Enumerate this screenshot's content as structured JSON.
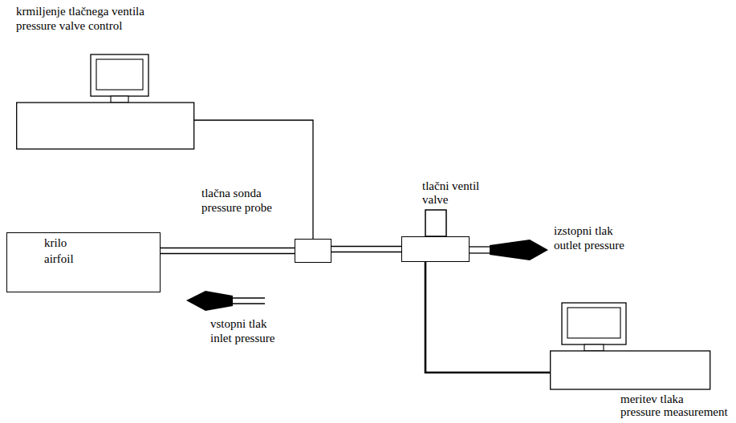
{
  "diagram": {
    "nodes": [
      {
        "text": [
          "krmiljenje tlačnega ventila",
          "pressure valve control"
        ]
      },
      {
        "text": [
          "krilo",
          "airfoil"
        ]
      },
      {
        "text": [
          "tlačna sonda",
          "pressure probe"
        ]
      },
      {
        "text": [
          "tlačni ventil",
          "valve"
        ]
      },
      {
        "text": [
          "meritev tlaka",
          "pressure measurement"
        ]
      }
    ],
    "edges": [
      {
        "from": 0,
        "to": 2,
        "arrow": "none"
      },
      {
        "from": 1,
        "to": 2,
        "arrow": "none"
      },
      {
        "from": 2,
        "to": 3,
        "arrow": "none"
      },
      {
        "from": 3,
        "to": 4,
        "arrow": "none"
      }
    ],
    "labels": [
      "vstopni tlak",
      "inlet pressure",
      "izstopni tlak",
      "outlet pressure"
    ]
  }
}
